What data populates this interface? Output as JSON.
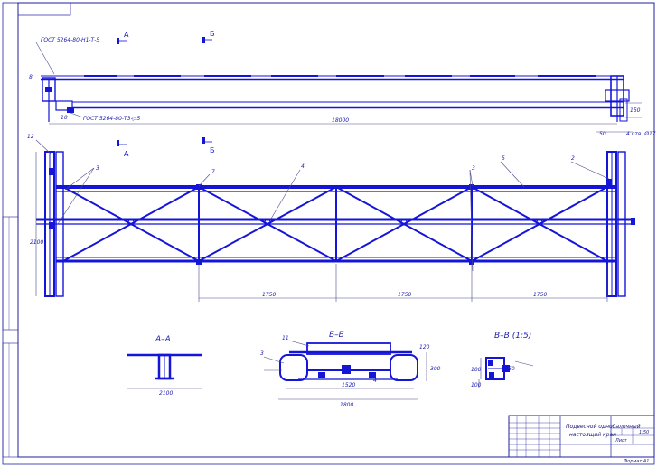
{
  "labels": {
    "gost_top": "ГОСТ 5264-80-Н1-Т-5",
    "gost_bottom": "ГОСТ 5264-80-Т3-▷5",
    "section_a_marker": "А",
    "section_b_marker": "Б",
    "callout_8": "8",
    "callout_10": "10",
    "callout_12": "12",
    "callout_11": "11",
    "callout_7": "7",
    "callout_4": "4",
    "callout_5": "5",
    "callout_2": "2",
    "callout_3": "3",
    "dim_span_top": "18000",
    "dim_bay_1": "1750",
    "dim_bay_2": "1750",
    "dim_bay_3": "1750",
    "dim_height_left": "2100",
    "dim_right_1": "50",
    "dim_right_2": "150",
    "dim_right_3": "4 отв. Ø17",
    "section_aa_title": "А–А",
    "section_aa_dim": "2100",
    "section_bb_title": "Б–Б",
    "section_bb_dim_1": "1520",
    "section_bb_dim_2": "1800",
    "section_bb_dim_3": "300",
    "section_bb_dim_4": "120",
    "section_vv_title": "В–В (1:5)",
    "section_vv_dim_1": "100",
    "section_vv_dim_2": "100",
    "section_vv_dim_3": "60",
    "title_block_name_line1": "Подвесной однобалочный",
    "title_block_name_line2": "настоящий кран",
    "title_block_scale": "1:50",
    "title_block_sheet": "Лист",
    "title_block_format": "Формат А1"
  },
  "colors": {
    "line": "#1515d8",
    "background": "#ffffff"
  }
}
